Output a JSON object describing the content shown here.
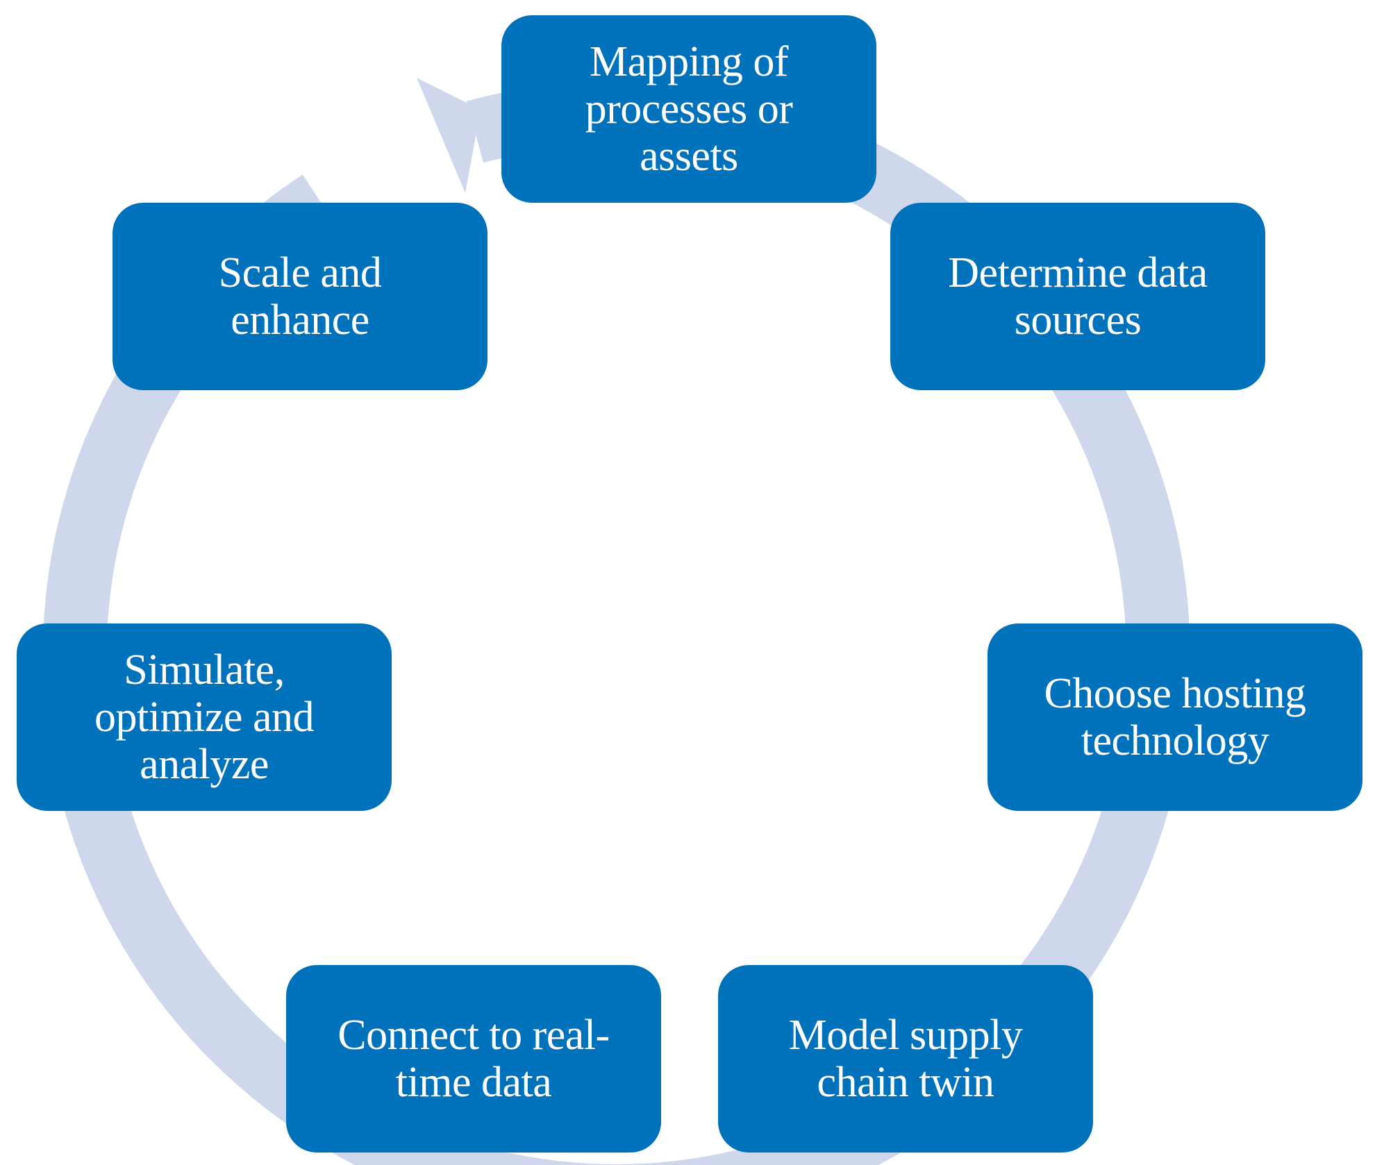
{
  "diagram": {
    "ring_color": "#cfd7ec",
    "box_color": "#0072bb",
    "text_color": "#ffffff",
    "steps": [
      {
        "label": "Mapping of\nprocesses or\nassets"
      },
      {
        "label": "Determine data\nsources"
      },
      {
        "label": "Choose hosting\ntechnology"
      },
      {
        "label": "Model supply\nchain twin"
      },
      {
        "label": "Connect to real-\ntime data"
      },
      {
        "label": "Simulate,\noptimize and\nanalyze"
      },
      {
        "label": "Scale and\nenhance"
      }
    ]
  }
}
